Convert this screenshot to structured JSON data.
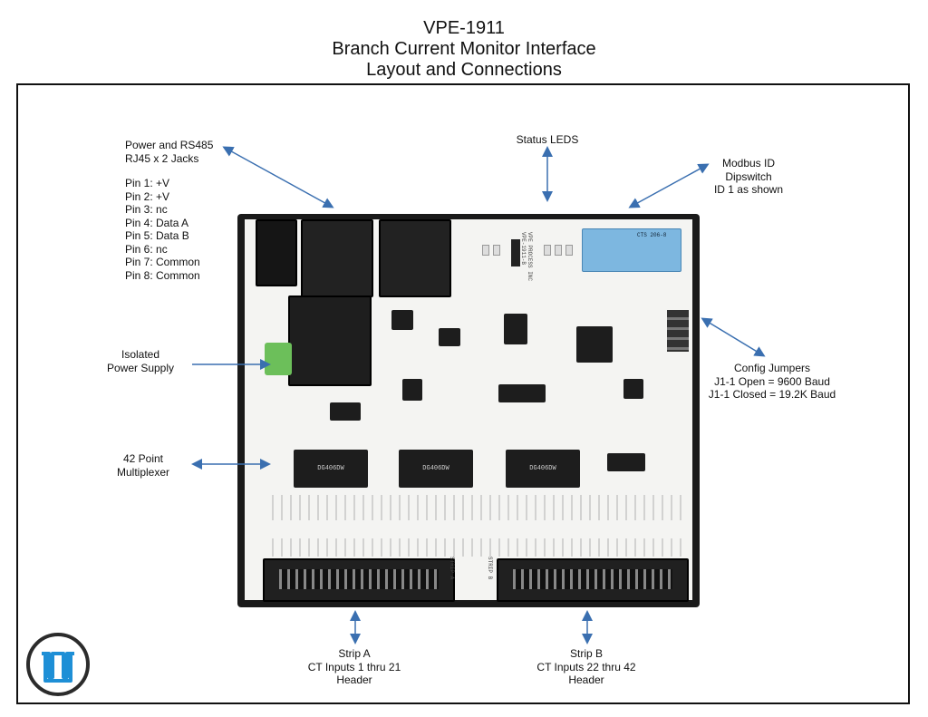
{
  "title": {
    "line1": "VPE-1911",
    "line2": "Branch Current Monitor Interface",
    "line3": "Layout and Connections"
  },
  "labels": {
    "power": "Power and RS485\nRJ45 x 2 Jacks",
    "pins": "Pin 1: +V\nPin 2: +V\nPin 3: nc\nPin 4: Data A\nPin 5: Data B\nPin 6: nc\nPin 7: Common\nPin 8: Common",
    "status": "Status LEDS",
    "modbus": "Modbus ID\nDipswitch\nID 1 as shown",
    "isolated": "Isolated\nPower Supply",
    "config": "Config Jumpers\nJ1-1 Open = 9600 Baud\nJ1-1 Closed = 19.2K Baud",
    "mux": "42 Point\nMultiplexer",
    "strip_a": "Strip A\nCT Inputs 1 thru 21\nHeader",
    "strip_b": "Strip B\nCT Inputs 22 thru 42\nHeader"
  },
  "board_silk": {
    "part": "VPE PROCESS INC\nVPE-1911-B",
    "strip_a": "STRIP A",
    "strip_b": "STRIP B",
    "ic1": "DG406DW",
    "ic2": "DG406DW",
    "ic3": "DG406DW",
    "dip": "CTS 206-8"
  },
  "colors": {
    "arrow": "#3a6fb0",
    "logo": "#1e8fd6",
    "logo_ring": "#2b2b2b"
  },
  "icons": {
    "logo": "vpe-logo-icon"
  }
}
